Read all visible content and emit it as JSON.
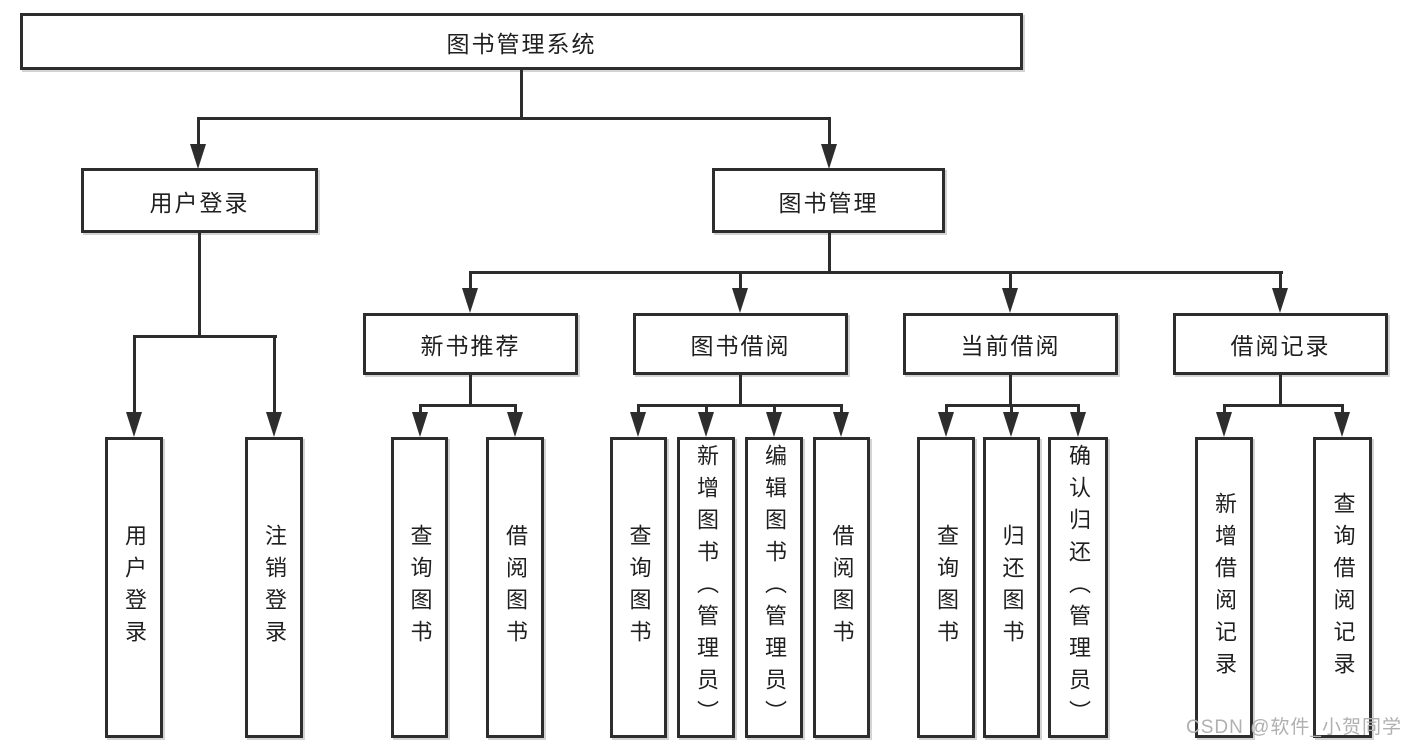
{
  "diagram": {
    "title": "图书管理系统",
    "root": {
      "label": "图书管理系统"
    },
    "level2": [
      {
        "label": "用户登录"
      },
      {
        "label": "图书管理"
      }
    ],
    "level3": [
      {
        "label": "新书推荐",
        "parent": "图书管理"
      },
      {
        "label": "图书借阅",
        "parent": "图书管理"
      },
      {
        "label": "当前借阅",
        "parent": "图书管理"
      },
      {
        "label": "借阅记录",
        "parent": "图书管理"
      }
    ],
    "leaves": [
      {
        "label": "用户登录",
        "parent": "用户登录"
      },
      {
        "label": "注销登录",
        "parent": "用户登录"
      },
      {
        "label": "查询图书",
        "parent": "新书推荐"
      },
      {
        "label": "借阅图书",
        "parent": "新书推荐"
      },
      {
        "label": "查询图书",
        "parent": "图书借阅"
      },
      {
        "label": "新增图书（管理员）",
        "parent": "图书借阅"
      },
      {
        "label": "编辑图书（管理员）",
        "parent": "图书借阅"
      },
      {
        "label": "借阅图书",
        "parent": "图书借阅"
      },
      {
        "label": "查询图书",
        "parent": "当前借阅"
      },
      {
        "label": "归还图书",
        "parent": "当前借阅"
      },
      {
        "label": "确认归还（管理员）",
        "parent": "当前借阅"
      },
      {
        "label": "新增借阅记录",
        "parent": "借阅记录"
      },
      {
        "label": "查询借阅记录",
        "parent": "借阅记录"
      }
    ]
  },
  "watermark": "CSDN @软件_小贺同学",
  "colors": {
    "line": "#2d2d2d",
    "text": "#1f1f1f",
    "watermark": "#b0b0b0",
    "background": "#ffffff"
  }
}
